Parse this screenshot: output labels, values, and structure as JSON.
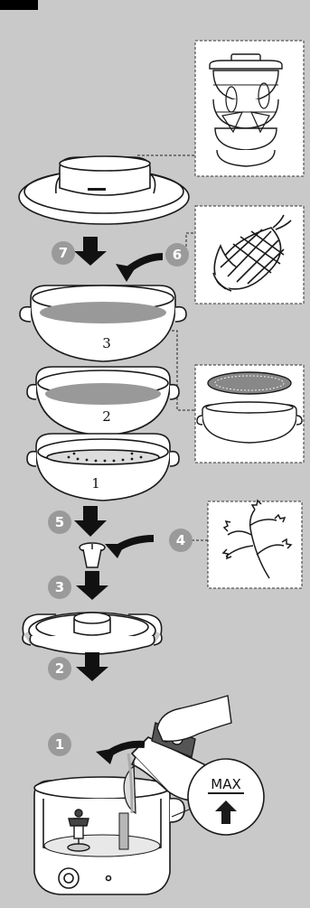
{
  "steps": [
    "1",
    "2",
    "3",
    "4",
    "5",
    "6",
    "7"
  ],
  "tiers": [
    "1",
    "2",
    "3"
  ],
  "max_label": "MAX",
  "colors": {
    "background": "#c9c9c9",
    "outline": "#1a1a1a",
    "step_circle": "#9a9a9a",
    "panel": "#ffffff",
    "corner_tab": "#000000"
  }
}
